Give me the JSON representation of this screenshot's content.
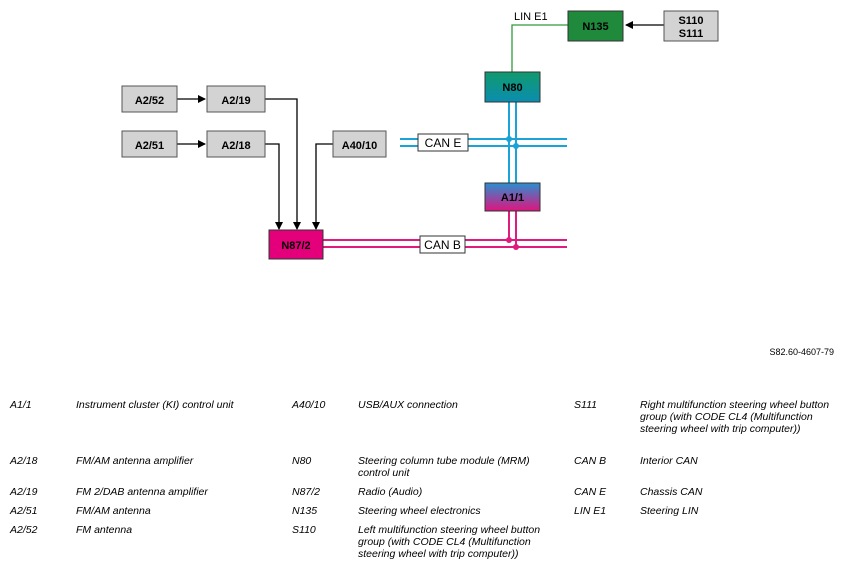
{
  "diagram": {
    "nodes": {
      "A2_52": "A2/52",
      "A2_19": "A2/19",
      "A2_51": "A2/51",
      "A2_18": "A2/18",
      "A40_10": "A40/10",
      "N87_2": "N87/2",
      "N80": "N80",
      "A1_1": "A1/1",
      "N135": "N135",
      "S110": "S110",
      "S111": "S111"
    },
    "buses": {
      "can_e": "CAN E",
      "can_b": "CAN B",
      "lin_e1": "LIN E1"
    },
    "colors": {
      "grey_box": "#d3d3d3",
      "magenta": "#e4007b",
      "teal": "#00918f",
      "green": "#1f8a3b",
      "can_e_line": "#1aa3d6",
      "can_b_line": "#e01b7e",
      "lin_line": "#2e9a3c"
    }
  },
  "figure_ref": "S82.60-4607-79",
  "legend": [
    {
      "code": "A1/1",
      "desc": "Instrument cluster (KI) control unit"
    },
    {
      "code": "A2/18",
      "desc": "FM/AM antenna amplifier"
    },
    {
      "code": "A2/19",
      "desc": "FM 2/DAB antenna amplifier"
    },
    {
      "code": "A2/51",
      "desc": "FM/AM antenna"
    },
    {
      "code": "A2/52",
      "desc": "FM antenna"
    },
    {
      "code": "A40/10",
      "desc": "USB/AUX connection"
    },
    {
      "code": "N80",
      "desc": "Steering column tube module (MRM) control unit"
    },
    {
      "code": "N87/2",
      "desc": "Radio (Audio)"
    },
    {
      "code": "N135",
      "desc": "Steering wheel electronics"
    },
    {
      "code": "S110",
      "desc": "Left multifunction steering wheel button group (with CODE CL4 (Multifunction steering wheel with trip computer))"
    },
    {
      "code": "S111",
      "desc": "Right multifunction steering wheel button group (with CODE CL4 (Multifunction steering wheel with trip computer))"
    },
    {
      "code": "CAN B",
      "desc": "Interior CAN"
    },
    {
      "code": "CAN E",
      "desc": "Chassis CAN"
    },
    {
      "code": "LIN E1",
      "desc": "Steering LIN"
    }
  ]
}
